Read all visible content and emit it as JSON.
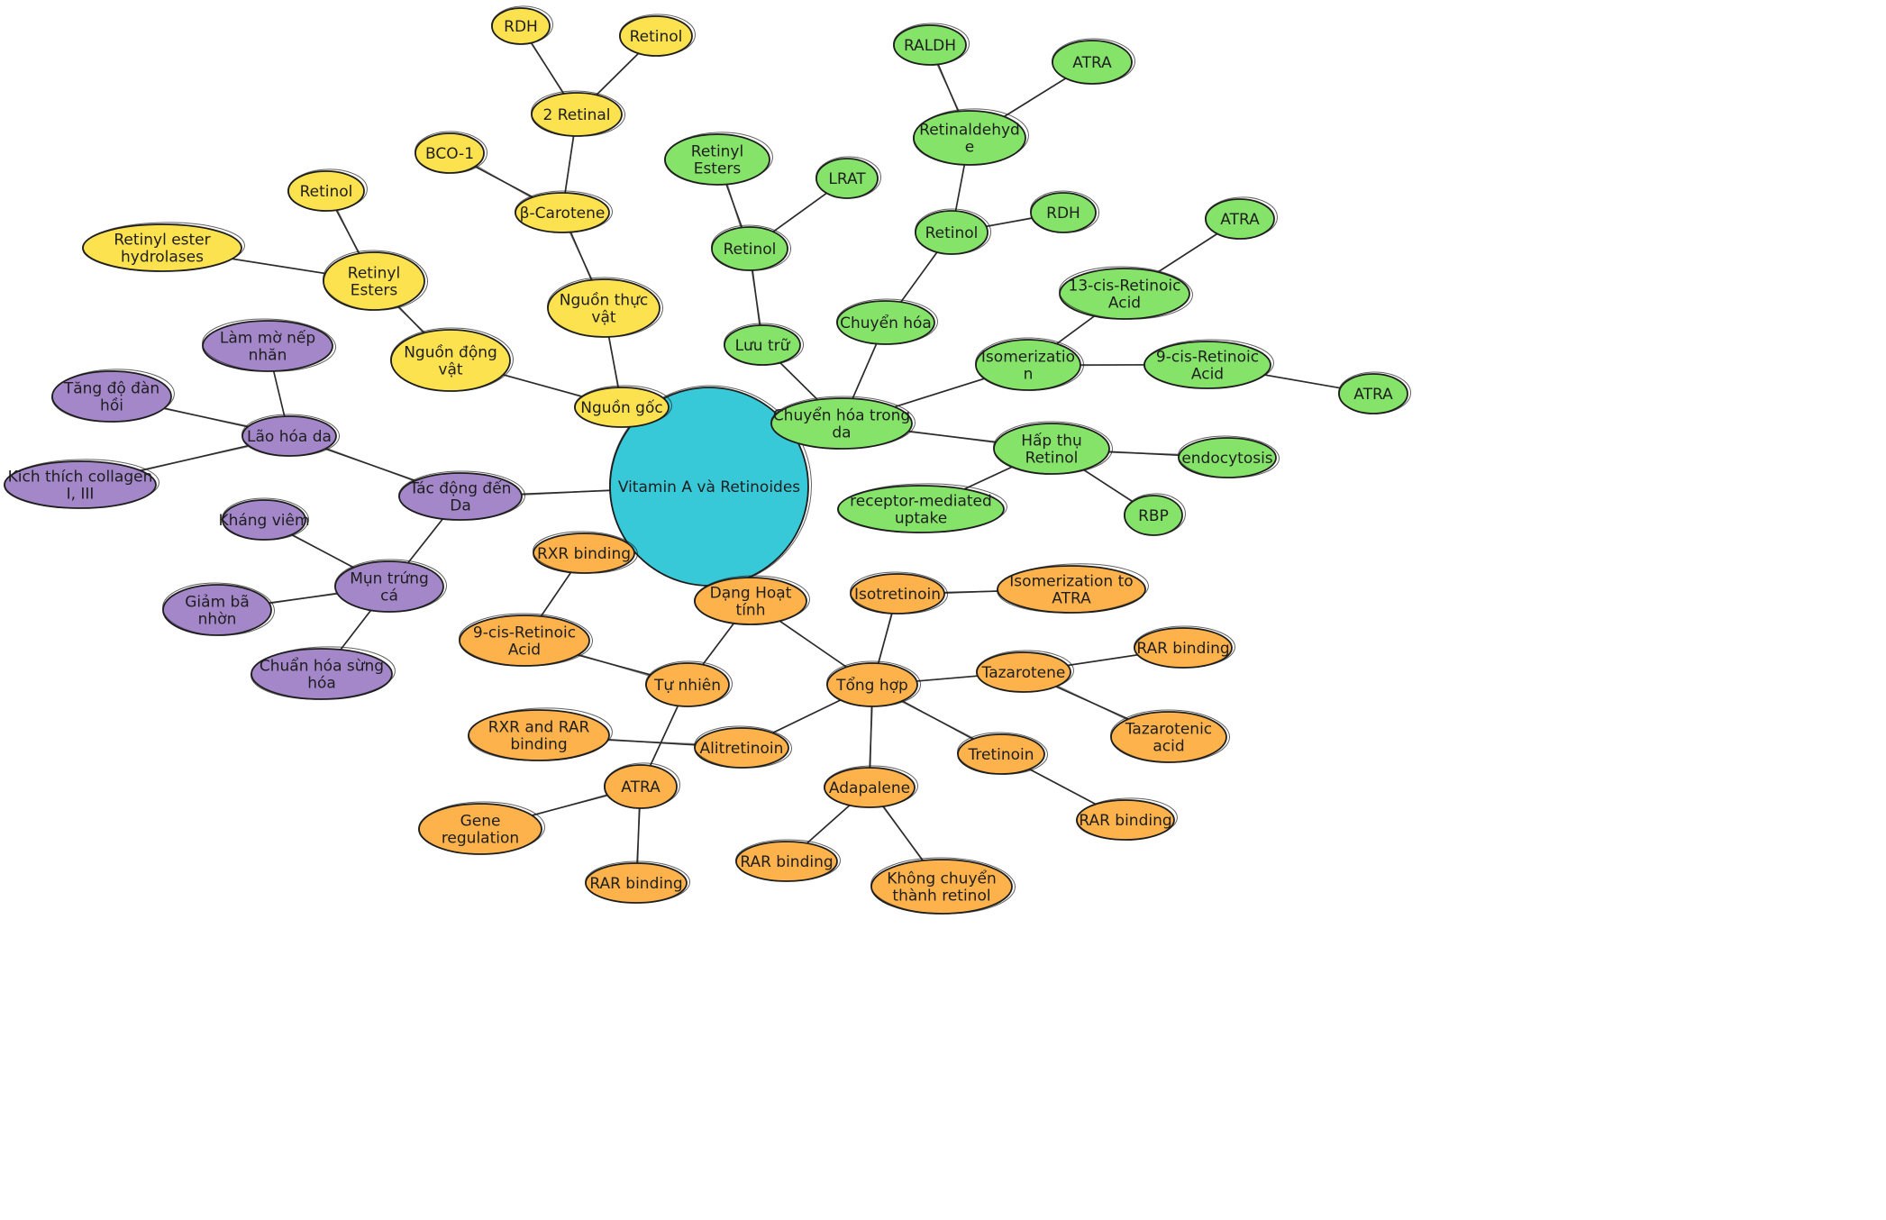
{
  "colors": {
    "center": "#38c9d8",
    "yellow": "#fde24f",
    "green": "#86e36a",
    "purple": "#a387c9",
    "orange": "#fdb24c"
  },
  "nodes": [
    {
      "id": "c",
      "color": "center",
      "label": [
        "Vitamin A và Retinoides"
      ]
    },
    {
      "id": "y1",
      "color": "yellow",
      "label": [
        "Nguồn gốc"
      ]
    },
    {
      "id": "y2",
      "color": "yellow",
      "label": [
        "Nguồn động",
        "vật"
      ]
    },
    {
      "id": "y3",
      "color": "yellow",
      "label": [
        "Nguồn thực",
        "vật"
      ]
    },
    {
      "id": "y4",
      "color": "yellow",
      "label": [
        "Retinyl",
        "Esters"
      ]
    },
    {
      "id": "y5",
      "color": "yellow",
      "label": [
        "Retinol"
      ]
    },
    {
      "id": "y6",
      "color": "yellow",
      "label": [
        "Retinyl ester",
        "hydrolases"
      ]
    },
    {
      "id": "y7",
      "color": "yellow",
      "label": [
        "β-Carotene"
      ]
    },
    {
      "id": "y8",
      "color": "yellow",
      "label": [
        "BCO-1"
      ]
    },
    {
      "id": "y9",
      "color": "yellow",
      "label": [
        "2 Retinal"
      ]
    },
    {
      "id": "y10",
      "color": "yellow",
      "label": [
        "RDH"
      ]
    },
    {
      "id": "y11",
      "color": "yellow",
      "label": [
        "Retinol"
      ]
    },
    {
      "id": "g1",
      "color": "green",
      "label": [
        "Chuyển hóa trong",
        "da"
      ]
    },
    {
      "id": "g2",
      "color": "green",
      "label": [
        "Lưu trữ"
      ]
    },
    {
      "id": "g3",
      "color": "green",
      "label": [
        "Retinol"
      ]
    },
    {
      "id": "g4",
      "color": "green",
      "label": [
        "Retinyl",
        "Esters"
      ]
    },
    {
      "id": "g5",
      "color": "green",
      "label": [
        "LRAT"
      ]
    },
    {
      "id": "g6",
      "color": "green",
      "label": [
        "Chuyển hóa"
      ]
    },
    {
      "id": "g7",
      "color": "green",
      "label": [
        "Retinol"
      ]
    },
    {
      "id": "g8",
      "color": "green",
      "label": [
        "RDH"
      ]
    },
    {
      "id": "g9",
      "color": "green",
      "label": [
        "Retinaldehyd",
        "e"
      ]
    },
    {
      "id": "g10",
      "color": "green",
      "label": [
        "RALDH"
      ]
    },
    {
      "id": "g11",
      "color": "green",
      "label": [
        "ATRA"
      ]
    },
    {
      "id": "g12",
      "color": "green",
      "label": [
        "Isomerizatio",
        "n"
      ]
    },
    {
      "id": "g13",
      "color": "green",
      "label": [
        "13-cis-Retinoic",
        "Acid"
      ]
    },
    {
      "id": "g14",
      "color": "green",
      "label": [
        "ATRA"
      ]
    },
    {
      "id": "g15",
      "color": "green",
      "label": [
        "9-cis-Retinoic",
        "Acid"
      ]
    },
    {
      "id": "g16",
      "color": "green",
      "label": [
        "ATRA"
      ]
    },
    {
      "id": "g17",
      "color": "green",
      "label": [
        "Hấp thụ",
        "Retinol"
      ]
    },
    {
      "id": "g18",
      "color": "green",
      "label": [
        "endocytosis"
      ]
    },
    {
      "id": "g19",
      "color": "green",
      "label": [
        "RBP"
      ]
    },
    {
      "id": "g20",
      "color": "green",
      "label": [
        "receptor-mediated",
        "uptake"
      ]
    },
    {
      "id": "p1",
      "color": "purple",
      "label": [
        "Tác động đến",
        "Da"
      ]
    },
    {
      "id": "p2",
      "color": "purple",
      "label": [
        "Lão hóa da"
      ]
    },
    {
      "id": "p3",
      "color": "purple",
      "label": [
        "Làm mờ nếp",
        "nhăn"
      ]
    },
    {
      "id": "p4",
      "color": "purple",
      "label": [
        "Tăng độ đàn",
        "hồi"
      ]
    },
    {
      "id": "p5",
      "color": "purple",
      "label": [
        "Kích thích collagen",
        "I, III"
      ]
    },
    {
      "id": "p6",
      "color": "purple",
      "label": [
        "Mụn trứng",
        "cá"
      ]
    },
    {
      "id": "p7",
      "color": "purple",
      "label": [
        "Kháng viêm"
      ]
    },
    {
      "id": "p8",
      "color": "purple",
      "label": [
        "Giảm bã",
        "nhờn"
      ]
    },
    {
      "id": "p9",
      "color": "purple",
      "label": [
        "Chuẩn hóa sừng",
        "hóa"
      ]
    },
    {
      "id": "o1",
      "color": "orange",
      "label": [
        "Dạng Hoạt",
        "tính"
      ]
    },
    {
      "id": "o2",
      "color": "orange",
      "label": [
        "Tự nhiên"
      ]
    },
    {
      "id": "o3",
      "color": "orange",
      "label": [
        "9-cis-Retinoic",
        "Acid"
      ]
    },
    {
      "id": "o4",
      "color": "orange",
      "label": [
        "RXR binding"
      ]
    },
    {
      "id": "o5",
      "color": "orange",
      "label": [
        "ATRA"
      ]
    },
    {
      "id": "o6",
      "color": "orange",
      "label": [
        "Gene",
        "regulation"
      ]
    },
    {
      "id": "o7",
      "color": "orange",
      "label": [
        "RAR binding"
      ]
    },
    {
      "id": "o8",
      "color": "orange",
      "label": [
        "Tổng hợp"
      ]
    },
    {
      "id": "o9",
      "color": "orange",
      "label": [
        "Isotretinoin"
      ]
    },
    {
      "id": "o10",
      "color": "orange",
      "label": [
        "Isomerization to",
        "ATRA"
      ]
    },
    {
      "id": "o11",
      "color": "orange",
      "label": [
        "Tazarotene"
      ]
    },
    {
      "id": "o12",
      "color": "orange",
      "label": [
        "RAR binding"
      ]
    },
    {
      "id": "o13",
      "color": "orange",
      "label": [
        "Tazarotenic",
        "acid"
      ]
    },
    {
      "id": "o14",
      "color": "orange",
      "label": [
        "Tretinoin"
      ]
    },
    {
      "id": "o15",
      "color": "orange",
      "label": [
        "RAR binding"
      ]
    },
    {
      "id": "o16",
      "color": "orange",
      "label": [
        "Adapalene"
      ]
    },
    {
      "id": "o17",
      "color": "orange",
      "label": [
        "RAR binding"
      ]
    },
    {
      "id": "o18",
      "color": "orange",
      "label": [
        "Không chuyển",
        "thành retinol"
      ]
    },
    {
      "id": "o19",
      "color": "orange",
      "label": [
        "Alitretinoin"
      ]
    },
    {
      "id": "o20",
      "color": "orange",
      "label": [
        "RXR and RAR",
        "binding"
      ]
    }
  ],
  "edges": [
    [
      "c",
      "y1"
    ],
    [
      "y1",
      "y2"
    ],
    [
      "y1",
      "y3"
    ],
    [
      "y2",
      "y4"
    ],
    [
      "y4",
      "y5"
    ],
    [
      "y4",
      "y6"
    ],
    [
      "y3",
      "y7"
    ],
    [
      "y7",
      "y8"
    ],
    [
      "y7",
      "y9"
    ],
    [
      "y9",
      "y10"
    ],
    [
      "y9",
      "y11"
    ],
    [
      "c",
      "g1"
    ],
    [
      "g1",
      "g2"
    ],
    [
      "g2",
      "g3"
    ],
    [
      "g3",
      "g4"
    ],
    [
      "g3",
      "g5"
    ],
    [
      "g1",
      "g6"
    ],
    [
      "g6",
      "g7"
    ],
    [
      "g7",
      "g8"
    ],
    [
      "g7",
      "g9"
    ],
    [
      "g9",
      "g10"
    ],
    [
      "g9",
      "g11"
    ],
    [
      "g1",
      "g12"
    ],
    [
      "g12",
      "g13"
    ],
    [
      "g13",
      "g14"
    ],
    [
      "g12",
      "g15"
    ],
    [
      "g15",
      "g16"
    ],
    [
      "g1",
      "g17"
    ],
    [
      "g17",
      "g18"
    ],
    [
      "g17",
      "g19"
    ],
    [
      "g17",
      "g20"
    ],
    [
      "c",
      "p1"
    ],
    [
      "p1",
      "p2"
    ],
    [
      "p2",
      "p3"
    ],
    [
      "p2",
      "p4"
    ],
    [
      "p2",
      "p5"
    ],
    [
      "p1",
      "p6"
    ],
    [
      "p6",
      "p7"
    ],
    [
      "p6",
      "p8"
    ],
    [
      "p6",
      "p9"
    ],
    [
      "c",
      "o1"
    ],
    [
      "o1",
      "o2"
    ],
    [
      "o2",
      "o3"
    ],
    [
      "o3",
      "o4"
    ],
    [
      "o2",
      "o5"
    ],
    [
      "o5",
      "o6"
    ],
    [
      "o5",
      "o7"
    ],
    [
      "o1",
      "o8"
    ],
    [
      "o8",
      "o9"
    ],
    [
      "o9",
      "o10"
    ],
    [
      "o8",
      "o11"
    ],
    [
      "o11",
      "o12"
    ],
    [
      "o11",
      "o13"
    ],
    [
      "o8",
      "o14"
    ],
    [
      "o14",
      "o15"
    ],
    [
      "o8",
      "o16"
    ],
    [
      "o16",
      "o17"
    ],
    [
      "o16",
      "o18"
    ],
    [
      "o8",
      "o19"
    ],
    [
      "o19",
      "o20"
    ]
  ]
}
